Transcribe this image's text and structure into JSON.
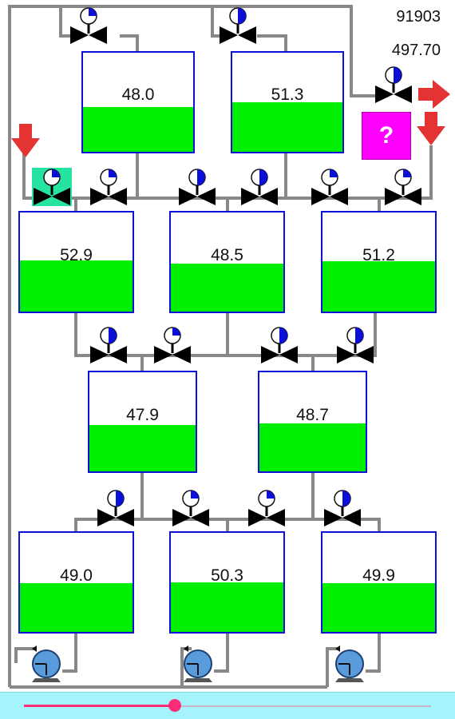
{
  "readouts": {
    "score": "91903",
    "total": "497.70"
  },
  "mystery_box": {
    "label": "?"
  },
  "tanks": [
    {
      "id": "t1",
      "level": "48.0",
      "fill": 0.45
    },
    {
      "id": "t2",
      "level": "51.3",
      "fill": 0.5
    },
    {
      "id": "t3",
      "level": "52.9",
      "fill": 0.52
    },
    {
      "id": "t4",
      "level": "48.5",
      "fill": 0.48
    },
    {
      "id": "t5",
      "level": "51.2",
      "fill": 0.51
    },
    {
      "id": "t6",
      "level": "47.9",
      "fill": 0.47
    },
    {
      "id": "t7",
      "level": "48.7",
      "fill": 0.48
    },
    {
      "id": "t8",
      "level": "49.0",
      "fill": 0.49
    },
    {
      "id": "t9",
      "level": "50.3",
      "fill": 0.5
    },
    {
      "id": "t10",
      "level": "49.9",
      "fill": 0.49
    }
  ],
  "valves": [
    {
      "id": "v1",
      "gauge": 0.25
    },
    {
      "id": "v2",
      "gauge": 0.5
    },
    {
      "id": "v3",
      "gauge": 0.5
    },
    {
      "id": "v4",
      "gauge": 0.25,
      "active": true
    },
    {
      "id": "v5",
      "gauge": 0.25
    },
    {
      "id": "v6",
      "gauge": 0.5
    },
    {
      "id": "v7",
      "gauge": 0.5
    },
    {
      "id": "v8",
      "gauge": 0.25
    },
    {
      "id": "v9",
      "gauge": 0.25
    },
    {
      "id": "v10",
      "gauge": 0.5
    },
    {
      "id": "v11",
      "gauge": 0.25
    },
    {
      "id": "v12",
      "gauge": 0.5
    },
    {
      "id": "v13",
      "gauge": 0.5
    },
    {
      "id": "v14",
      "gauge": 0.5
    },
    {
      "id": "v15",
      "gauge": 0.25
    },
    {
      "id": "v16",
      "gauge": 0.25
    },
    {
      "id": "v17",
      "gauge": 0.5
    }
  ],
  "pumps": [
    "p1",
    "p2",
    "p3"
  ],
  "slider": {
    "value": 0.37
  },
  "colors": {
    "pipe": "#888888",
    "tank_border": "#0b10d8",
    "liquid": "#00ee00",
    "gauge_fill": "#0b10d8",
    "arrow": "#e33333",
    "mystery": "#ff00ff",
    "slider_bg": "#a6f4fb",
    "slider_accent": "#ff2d78",
    "pump": "#5a9bdc"
  }
}
